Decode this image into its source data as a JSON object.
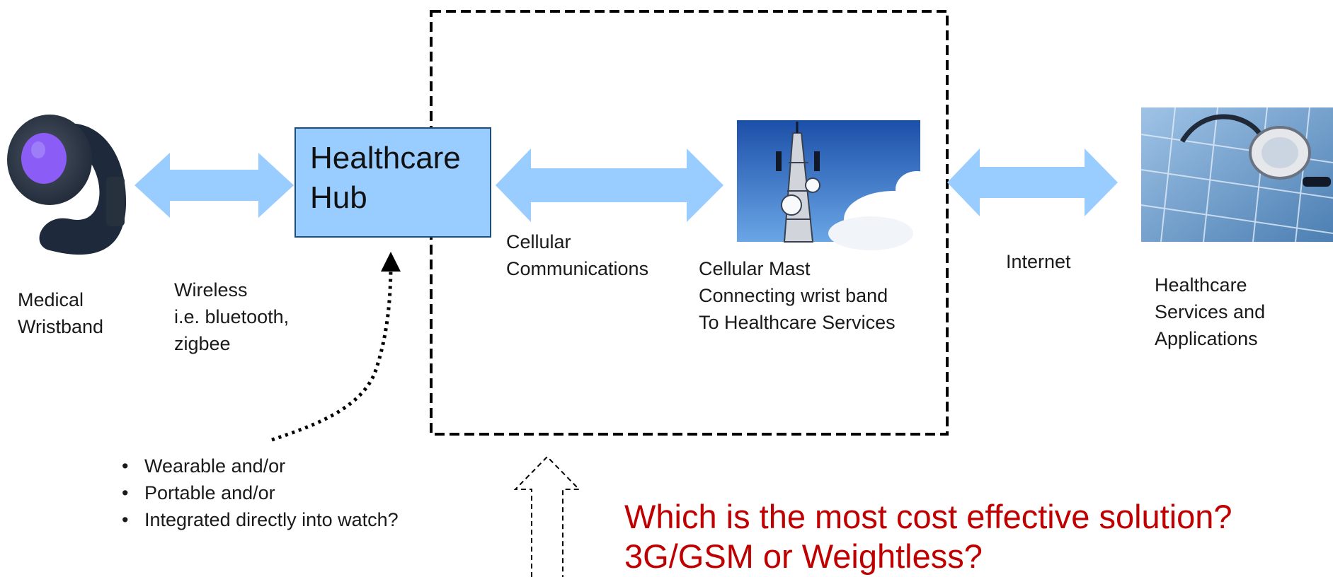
{
  "hub": {
    "title": "Healthcare\nHub"
  },
  "labels": {
    "wristband": "Medical\nWristband",
    "wireless": "Wireless\ni.e. bluetooth,\nzigbee",
    "cellular": "Cellular\nCommunications",
    "mast": "Cellular Mast\nConnecting wrist band\nTo Healthcare Services",
    "internet": "Internet",
    "services": "Healthcare\nServices and\nApplications"
  },
  "notes": [
    "Wearable and/or",
    "Portable and/or",
    "Integrated directly into watch?"
  ],
  "bullet_char": "•",
  "question": "Which is the most cost effective solution?\n3G/GSM or Weightless?",
  "colors": {
    "arrow_fill": "#99ccff",
    "hub_fill": "#99ccff",
    "hub_border": "#1f4e79",
    "question_text": "#c00000",
    "dashed_border": "#000000"
  },
  "images": {
    "wristband": "medical-wristband-photo",
    "mast": "cellular-mast-photo",
    "services": "stethoscope-keyboard-photo"
  }
}
